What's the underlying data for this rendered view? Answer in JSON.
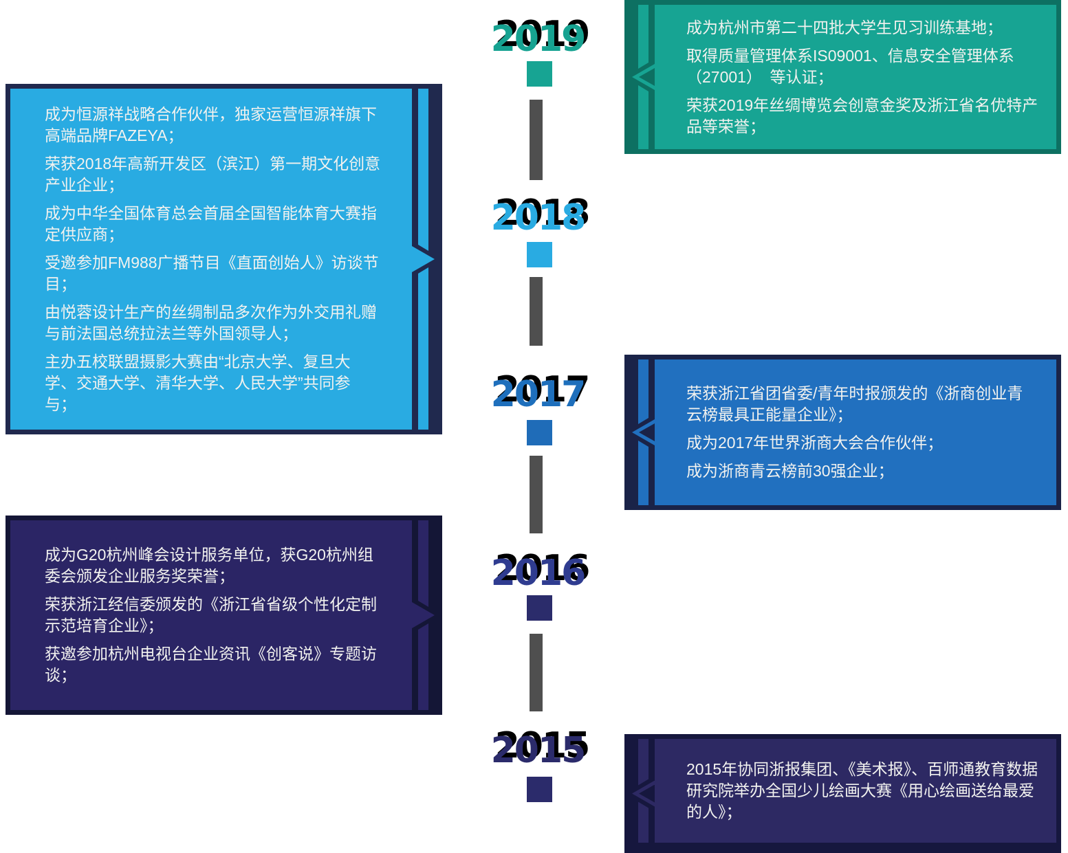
{
  "page": {
    "background_color": "#FFFFFF",
    "axis_dash_color": "#4F4F4F",
    "text_color": "#F2F2EF"
  },
  "timeline": {
    "entries": [
      {
        "year": "2019",
        "side": "right",
        "pointer_icon": "chevron-left-icon",
        "theme": {
          "fill": "#17A493",
          "border": "#0D7062",
          "accent": "#16A291"
        },
        "items": [
          "成为杭州市第二十四批大学生见习训练基地；",
          "取得质量管理体系IS09001、信息安全管理体系（27001）　等认证；",
          "荣获2019年丝绸博览会创意金奖及浙江省名优特产品等荣誉；"
        ]
      },
      {
        "year": "2018",
        "side": "left",
        "pointer_icon": "triangle-right-icon",
        "theme": {
          "fill": "#29ABE2",
          "border": "#20294E",
          "accent": "#29ABE2"
        },
        "items": [
          "成为恒源祥战略合作伙伴，独家运营恒源祥旗下高端品牌FAZEYA；",
          "荣获2018年高新开发区（滨江）第一期文化创意产业企业；",
          "成为中华全国体育总会首届全国智能体育大赛指定供应商；",
          "受邀参加FM988广播节目《直面创始人》访谈节目；",
          "由悦蓉设计生产的丝绸制品多次作为外交用礼赠与前法国总统拉法兰等外国领导人；",
          "主办五校联盟摄影大赛由“北京大学、复旦大学、交通大学、清华大学、人民大学”共同参与；"
        ]
      },
      {
        "year": "2017",
        "side": "right",
        "pointer_icon": "chevron-left-icon",
        "theme": {
          "fill": "#2170BF",
          "border": "#1A2348",
          "accent": "#1E6FBC"
        },
        "items": [
          "荣获浙江省团省委/青年时报颁发的《浙商创业青云榜最具正能量企业》；",
          "成为2017年世界浙商大会合作伙伴；",
          "成为浙商青云榜前30强企业；"
        ]
      },
      {
        "year": "2016",
        "side": "left",
        "pointer_icon": "triangle-right-icon",
        "theme": {
          "fill": "#2B2565",
          "border": "#141636",
          "accent": "#2F3C90"
        },
        "items": [
          "成为G20杭州峰会设计服务单位，获G20杭州组委会颁发企业服务奖荣誉；",
          "荣获浙江经信委颁发的《浙江省省级个性化定制示范培育企业》；",
          "获邀参加杭州电视台企业资讯《创客说》专题访谈；"
        ]
      },
      {
        "year": "2015",
        "side": "right",
        "pointer_icon": "chevron-left-icon",
        "theme": {
          "fill": "#2D2963",
          "border": "#16173E",
          "accent": "#2B2B6B"
        },
        "items": [
          "2015年协同浙报集团、《美术报》、百师通教育数据研究院举办全国少儿绘画大赛《用心绘画送给最爱的人》；"
        ]
      }
    ]
  }
}
